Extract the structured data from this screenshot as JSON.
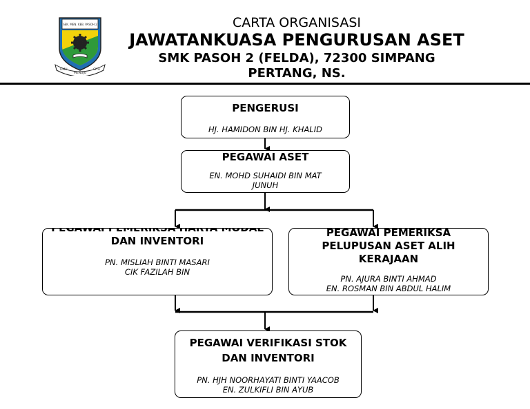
{
  "logo": {
    "banner_text": "SEK. MEN. KEB. PASOH 2",
    "motto_left": "ILMU",
    "motto_center": "MENUJU",
    "motto_right": "CITA",
    "colors": {
      "shield_blue": "#1f6fb2",
      "shield_yellow": "#f2d20b",
      "shield_green": "#2f9a3a",
      "gear": "#222222"
    }
  },
  "header": {
    "line1": "CARTA ORGANISASI",
    "line2": "JAWATANKUASA PENGURUSAN ASET",
    "line3": "SMK PASOH 2 (FELDA), 72300 SIMPANG PERTANG, NS."
  },
  "org": {
    "chair": {
      "role": "PENGERUSI",
      "names": [
        "HJ. HAMIDON BIN HJ. KHALID"
      ]
    },
    "officer": {
      "role": "PEGAWAI ASET",
      "names": [
        "EN. MOHD SUHAIDI BIN MAT JUNUH"
      ]
    },
    "left": {
      "role": "PEGAWAI PEMERIKSA HARTA MODAL DAN INVENTORI",
      "names": [
        "PN. MISLIAH BINTI MASARI",
        "CIK FAZILAH BIN"
      ]
    },
    "right": {
      "role": "PEGAWAI PEMERIKSA PELUPUSAN ASET ALIH KERAJAAN",
      "names": [
        "PN. AJURA BINTI AHMAD",
        "EN. ROSMAN BIN ABDUL HALIM"
      ]
    },
    "verify": {
      "role": "PEGAWAI VERIFIKASI STOK DAN INVENTORI",
      "names": [
        "PN. HJH NOORHAYATI BINTI YAACOB",
        "EN. ZULKIFLI BIN AYUB"
      ]
    }
  }
}
